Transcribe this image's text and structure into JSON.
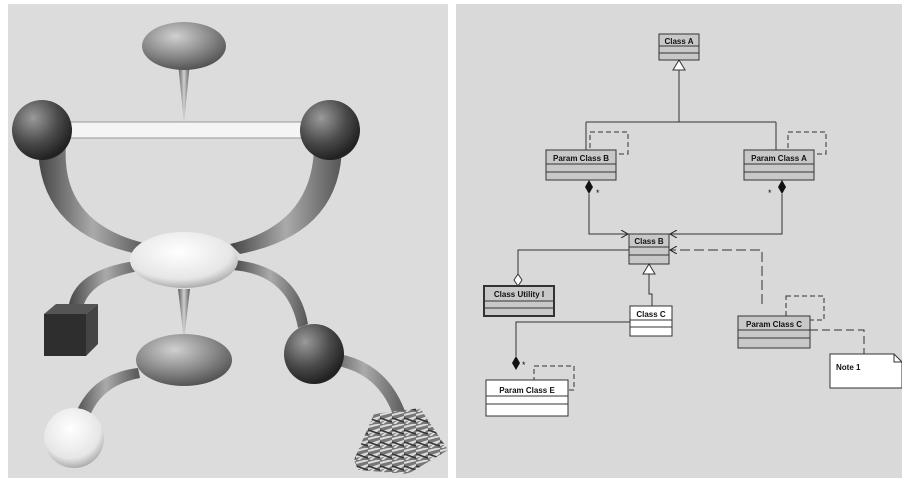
{
  "uml": {
    "class_a": "Class A",
    "param_class_b": "Param Class B",
    "param_class_a": "Param Class A",
    "class_b": "Class B",
    "class_utility_i": "Class Utility I",
    "class_c": "Class C",
    "param_class_c": "Param Class C",
    "param_class_e": "Param Class E",
    "note_1": "Note 1",
    "mult_b": "*",
    "mult_a": "*",
    "mult_e": "*"
  },
  "colors": {
    "sphere_dark": "#3f3f3f",
    "ellipsoid": "#8a8a8a",
    "node_light": "#f0f0f0",
    "cube": "#2e2e2e",
    "class_fill": "#c8c8c8"
  }
}
